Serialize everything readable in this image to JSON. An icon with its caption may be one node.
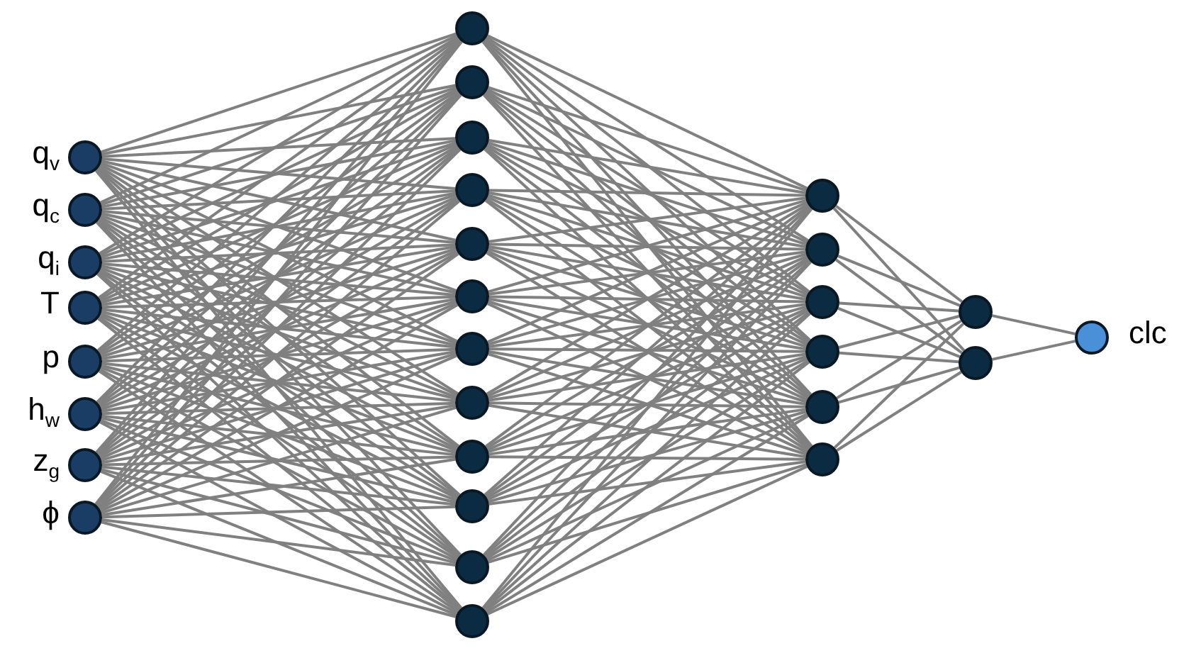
{
  "diagram": {
    "nodes": [
      {
        "text": [],
        "shape": "circle",
        "beside": [
          "q$_{v}$"
        ]
      },
      {
        "text": [],
        "shape": "circle",
        "beside": [
          "q$_{c}$"
        ]
      },
      {
        "text": [],
        "shape": "circle",
        "beside": [
          "q$_{i}$"
        ]
      },
      {
        "text": [],
        "shape": "circle",
        "beside": [
          "T"
        ]
      },
      {
        "text": [],
        "shape": "circle",
        "beside": [
          "p"
        ]
      },
      {
        "text": [],
        "shape": "circle",
        "beside": [
          "h$_{w}$"
        ]
      },
      {
        "text": [],
        "shape": "circle",
        "beside": [
          "z$_{g}$"
        ]
      },
      {
        "text": [],
        "shape": "circle",
        "beside": [
          "ϕ"
        ]
      },
      {
        "text": [],
        "shape": "circle"
      },
      {
        "text": [],
        "shape": "circle"
      },
      {
        "text": [],
        "shape": "circle"
      },
      {
        "text": [],
        "shape": "circle"
      },
      {
        "text": [],
        "shape": "circle"
      },
      {
        "text": [],
        "shape": "circle"
      },
      {
        "text": [],
        "shape": "circle"
      },
      {
        "text": [],
        "shape": "circle"
      },
      {
        "text": [],
        "shape": "circle"
      },
      {
        "text": [],
        "shape": "circle"
      },
      {
        "text": [],
        "shape": "circle"
      },
      {
        "text": [],
        "shape": "circle"
      },
      {
        "text": [],
        "shape": "circle"
      },
      {
        "text": [],
        "shape": "circle"
      },
      {
        "text": [],
        "shape": "circle"
      },
      {
        "text": [],
        "shape": "circle"
      },
      {
        "text": [],
        "shape": "circle"
      },
      {
        "text": [],
        "shape": "circle"
      },
      {
        "text": [],
        "shape": "circle"
      },
      {
        "text": [],
        "shape": "circle"
      },
      {
        "text": [],
        "shape": "circle",
        "beside": [
          "clc"
        ]
      }
    ],
    "edges": [
      {
        "from": 0,
        "to": 8,
        "arrow": "none"
      },
      {
        "from": 0,
        "to": 9,
        "arrow": "none"
      },
      {
        "from": 0,
        "to": 10,
        "arrow": "none"
      },
      {
        "from": 0,
        "to": 11,
        "arrow": "none"
      },
      {
        "from": 0,
        "to": 12,
        "arrow": "none"
      },
      {
        "from": 0,
        "to": 13,
        "arrow": "none"
      },
      {
        "from": 0,
        "to": 14,
        "arrow": "none"
      },
      {
        "from": 0,
        "to": 15,
        "arrow": "none"
      },
      {
        "from": 0,
        "to": 16,
        "arrow": "none"
      },
      {
        "from": 0,
        "to": 17,
        "arrow": "none"
      },
      {
        "from": 0,
        "to": 18,
        "arrow": "none"
      },
      {
        "from": 0,
        "to": 19,
        "arrow": "none"
      },
      {
        "from": 1,
        "to": 8,
        "arrow": "none"
      },
      {
        "from": 1,
        "to": 9,
        "arrow": "none"
      },
      {
        "from": 1,
        "to": 10,
        "arrow": "none"
      },
      {
        "from": 1,
        "to": 11,
        "arrow": "none"
      },
      {
        "from": 1,
        "to": 12,
        "arrow": "none"
      },
      {
        "from": 1,
        "to": 13,
        "arrow": "none"
      },
      {
        "from": 1,
        "to": 14,
        "arrow": "none"
      },
      {
        "from": 1,
        "to": 15,
        "arrow": "none"
      },
      {
        "from": 1,
        "to": 16,
        "arrow": "none"
      },
      {
        "from": 1,
        "to": 17,
        "arrow": "none"
      },
      {
        "from": 1,
        "to": 18,
        "arrow": "none"
      },
      {
        "from": 1,
        "to": 19,
        "arrow": "none"
      },
      {
        "from": 2,
        "to": 8,
        "arrow": "none"
      },
      {
        "from": 2,
        "to": 9,
        "arrow": "none"
      },
      {
        "from": 2,
        "to": 10,
        "arrow": "none"
      },
      {
        "from": 2,
        "to": 11,
        "arrow": "none"
      },
      {
        "from": 2,
        "to": 12,
        "arrow": "none"
      },
      {
        "from": 2,
        "to": 13,
        "arrow": "none"
      },
      {
        "from": 2,
        "to": 14,
        "arrow": "none"
      },
      {
        "from": 2,
        "to": 15,
        "arrow": "none"
      },
      {
        "from": 2,
        "to": 16,
        "arrow": "none"
      },
      {
        "from": 2,
        "to": 17,
        "arrow": "none"
      },
      {
        "from": 2,
        "to": 18,
        "arrow": "none"
      },
      {
        "from": 2,
        "to": 19,
        "arrow": "none"
      },
      {
        "from": 3,
        "to": 8,
        "arrow": "none"
      },
      {
        "from": 3,
        "to": 9,
        "arrow": "none"
      },
      {
        "from": 3,
        "to": 10,
        "arrow": "none"
      },
      {
        "from": 3,
        "to": 11,
        "arrow": "none"
      },
      {
        "from": 3,
        "to": 12,
        "arrow": "none"
      },
      {
        "from": 3,
        "to": 13,
        "arrow": "none"
      },
      {
        "from": 3,
        "to": 14,
        "arrow": "none"
      },
      {
        "from": 3,
        "to": 15,
        "arrow": "none"
      },
      {
        "from": 3,
        "to": 16,
        "arrow": "none"
      },
      {
        "from": 3,
        "to": 17,
        "arrow": "none"
      },
      {
        "from": 3,
        "to": 18,
        "arrow": "none"
      },
      {
        "from": 3,
        "to": 19,
        "arrow": "none"
      },
      {
        "from": 4,
        "to": 8,
        "arrow": "none"
      },
      {
        "from": 4,
        "to": 9,
        "arrow": "none"
      },
      {
        "from": 4,
        "to": 10,
        "arrow": "none"
      },
      {
        "from": 4,
        "to": 11,
        "arrow": "none"
      },
      {
        "from": 4,
        "to": 12,
        "arrow": "none"
      },
      {
        "from": 4,
        "to": 13,
        "arrow": "none"
      },
      {
        "from": 4,
        "to": 14,
        "arrow": "none"
      },
      {
        "from": 4,
        "to": 15,
        "arrow": "none"
      },
      {
        "from": 4,
        "to": 16,
        "arrow": "none"
      },
      {
        "from": 4,
        "to": 17,
        "arrow": "none"
      },
      {
        "from": 4,
        "to": 18,
        "arrow": "none"
      },
      {
        "from": 4,
        "to": 19,
        "arrow": "none"
      },
      {
        "from": 5,
        "to": 8,
        "arrow": "none"
      },
      {
        "from": 5,
        "to": 9,
        "arrow": "none"
      },
      {
        "from": 5,
        "to": 10,
        "arrow": "none"
      },
      {
        "from": 5,
        "to": 11,
        "arrow": "none"
      },
      {
        "from": 5,
        "to": 12,
        "arrow": "none"
      },
      {
        "from": 5,
        "to": 13,
        "arrow": "none"
      },
      {
        "from": 5,
        "to": 14,
        "arrow": "none"
      },
      {
        "from": 5,
        "to": 15,
        "arrow": "none"
      },
      {
        "from": 5,
        "to": 16,
        "arrow": "none"
      },
      {
        "from": 5,
        "to": 17,
        "arrow": "none"
      },
      {
        "from": 5,
        "to": 18,
        "arrow": "none"
      },
      {
        "from": 5,
        "to": 19,
        "arrow": "none"
      },
      {
        "from": 6,
        "to": 8,
        "arrow": "none"
      },
      {
        "from": 6,
        "to": 9,
        "arrow": "none"
      },
      {
        "from": 6,
        "to": 10,
        "arrow": "none"
      },
      {
        "from": 6,
        "to": 11,
        "arrow": "none"
      },
      {
        "from": 6,
        "to": 12,
        "arrow": "none"
      },
      {
        "from": 6,
        "to": 13,
        "arrow": "none"
      },
      {
        "from": 6,
        "to": 14,
        "arrow": "none"
      },
      {
        "from": 6,
        "to": 15,
        "arrow": "none"
      },
      {
        "from": 6,
        "to": 16,
        "arrow": "none"
      },
      {
        "from": 6,
        "to": 17,
        "arrow": "none"
      },
      {
        "from": 6,
        "to": 18,
        "arrow": "none"
      },
      {
        "from": 6,
        "to": 19,
        "arrow": "none"
      },
      {
        "from": 7,
        "to": 8,
        "arrow": "none"
      },
      {
        "from": 7,
        "to": 9,
        "arrow": "none"
      },
      {
        "from": 7,
        "to": 10,
        "arrow": "none"
      },
      {
        "from": 7,
        "to": 11,
        "arrow": "none"
      },
      {
        "from": 7,
        "to": 12,
        "arrow": "none"
      },
      {
        "from": 7,
        "to": 13,
        "arrow": "none"
      },
      {
        "from": 7,
        "to": 14,
        "arrow": "none"
      },
      {
        "from": 7,
        "to": 15,
        "arrow": "none"
      },
      {
        "from": 7,
        "to": 16,
        "arrow": "none"
      },
      {
        "from": 7,
        "to": 17,
        "arrow": "none"
      },
      {
        "from": 7,
        "to": 18,
        "arrow": "none"
      },
      {
        "from": 7,
        "to": 19,
        "arrow": "none"
      },
      {
        "from": 8,
        "to": 20,
        "arrow": "none"
      },
      {
        "from": 8,
        "to": 21,
        "arrow": "none"
      },
      {
        "from": 8,
        "to": 22,
        "arrow": "none"
      },
      {
        "from": 8,
        "to": 23,
        "arrow": "none"
      },
      {
        "from": 8,
        "to": 24,
        "arrow": "none"
      },
      {
        "from": 8,
        "to": 25,
        "arrow": "none"
      },
      {
        "from": 9,
        "to": 20,
        "arrow": "none"
      },
      {
        "from": 9,
        "to": 21,
        "arrow": "none"
      },
      {
        "from": 9,
        "to": 22,
        "arrow": "none"
      },
      {
        "from": 9,
        "to": 23,
        "arrow": "none"
      },
      {
        "from": 9,
        "to": 24,
        "arrow": "none"
      },
      {
        "from": 9,
        "to": 25,
        "arrow": "none"
      },
      {
        "from": 10,
        "to": 20,
        "arrow": "none"
      },
      {
        "from": 10,
        "to": 21,
        "arrow": "none"
      },
      {
        "from": 10,
        "to": 22,
        "arrow": "none"
      },
      {
        "from": 10,
        "to": 23,
        "arrow": "none"
      },
      {
        "from": 10,
        "to": 24,
        "arrow": "none"
      },
      {
        "from": 10,
        "to": 25,
        "arrow": "none"
      },
      {
        "from": 11,
        "to": 20,
        "arrow": "none"
      },
      {
        "from": 11,
        "to": 21,
        "arrow": "none"
      },
      {
        "from": 11,
        "to": 22,
        "arrow": "none"
      },
      {
        "from": 11,
        "to": 23,
        "arrow": "none"
      },
      {
        "from": 11,
        "to": 24,
        "arrow": "none"
      },
      {
        "from": 11,
        "to": 25,
        "arrow": "none"
      },
      {
        "from": 12,
        "to": 20,
        "arrow": "none"
      },
      {
        "from": 12,
        "to": 21,
        "arrow": "none"
      },
      {
        "from": 12,
        "to": 22,
        "arrow": "none"
      },
      {
        "from": 12,
        "to": 23,
        "arrow": "none"
      },
      {
        "from": 12,
        "to": 24,
        "arrow": "none"
      },
      {
        "from": 12,
        "to": 25,
        "arrow": "none"
      },
      {
        "from": 13,
        "to": 20,
        "arrow": "none"
      },
      {
        "from": 13,
        "to": 21,
        "arrow": "none"
      },
      {
        "from": 13,
        "to": 22,
        "arrow": "none"
      },
      {
        "from": 13,
        "to": 23,
        "arrow": "none"
      },
      {
        "from": 13,
        "to": 24,
        "arrow": "none"
      },
      {
        "from": 13,
        "to": 25,
        "arrow": "none"
      },
      {
        "from": 14,
        "to": 20,
        "arrow": "none"
      },
      {
        "from": 14,
        "to": 21,
        "arrow": "none"
      },
      {
        "from": 14,
        "to": 22,
        "arrow": "none"
      },
      {
        "from": 14,
        "to": 23,
        "arrow": "none"
      },
      {
        "from": 14,
        "to": 24,
        "arrow": "none"
      },
      {
        "from": 14,
        "to": 25,
        "arrow": "none"
      },
      {
        "from": 15,
        "to": 20,
        "arrow": "none"
      },
      {
        "from": 15,
        "to": 21,
        "arrow": "none"
      },
      {
        "from": 15,
        "to": 22,
        "arrow": "none"
      },
      {
        "from": 15,
        "to": 23,
        "arrow": "none"
      },
      {
        "from": 15,
        "to": 24,
        "arrow": "none"
      },
      {
        "from": 15,
        "to": 25,
        "arrow": "none"
      },
      {
        "from": 16,
        "to": 20,
        "arrow": "none"
      },
      {
        "from": 16,
        "to": 21,
        "arrow": "none"
      },
      {
        "from": 16,
        "to": 22,
        "arrow": "none"
      },
      {
        "from": 16,
        "to": 23,
        "arrow": "none"
      },
      {
        "from": 16,
        "to": 24,
        "arrow": "none"
      },
      {
        "from": 16,
        "to": 25,
        "arrow": "none"
      },
      {
        "from": 17,
        "to": 20,
        "arrow": "none"
      },
      {
        "from": 17,
        "to": 21,
        "arrow": "none"
      },
      {
        "from": 17,
        "to": 22,
        "arrow": "none"
      },
      {
        "from": 17,
        "to": 23,
        "arrow": "none"
      },
      {
        "from": 17,
        "to": 24,
        "arrow": "none"
      },
      {
        "from": 17,
        "to": 25,
        "arrow": "none"
      },
      {
        "from": 18,
        "to": 20,
        "arrow": "none"
      },
      {
        "from": 18,
        "to": 21,
        "arrow": "none"
      },
      {
        "from": 18,
        "to": 22,
        "arrow": "none"
      },
      {
        "from": 18,
        "to": 23,
        "arrow": "none"
      },
      {
        "from": 18,
        "to": 24,
        "arrow": "none"
      },
      {
        "from": 18,
        "to": 25,
        "arrow": "none"
      },
      {
        "from": 19,
        "to": 20,
        "arrow": "none"
      },
      {
        "from": 19,
        "to": 21,
        "arrow": "none"
      },
      {
        "from": 19,
        "to": 22,
        "arrow": "none"
      },
      {
        "from": 19,
        "to": 23,
        "arrow": "none"
      },
      {
        "from": 19,
        "to": 24,
        "arrow": "none"
      },
      {
        "from": 19,
        "to": 25,
        "arrow": "none"
      },
      {
        "from": 20,
        "to": 26,
        "arrow": "none"
      },
      {
        "from": 20,
        "to": 27,
        "arrow": "none"
      },
      {
        "from": 21,
        "to": 26,
        "arrow": "none"
      },
      {
        "from": 21,
        "to": 27,
        "arrow": "none"
      },
      {
        "from": 22,
        "to": 26,
        "arrow": "none"
      },
      {
        "from": 22,
        "to": 27,
        "arrow": "none"
      },
      {
        "from": 23,
        "to": 26,
        "arrow": "none"
      },
      {
        "from": 23,
        "to": 27,
        "arrow": "none"
      },
      {
        "from": 24,
        "to": 26,
        "arrow": "none"
      },
      {
        "from": 24,
        "to": 27,
        "arrow": "none"
      },
      {
        "from": 25,
        "to": 26,
        "arrow": "none"
      },
      {
        "from": 25,
        "to": 27,
        "arrow": "none"
      },
      {
        "from": 26,
        "to": 28,
        "arrow": "none"
      },
      {
        "from": 27,
        "to": 28,
        "arrow": "none"
      }
    ]
  }
}
